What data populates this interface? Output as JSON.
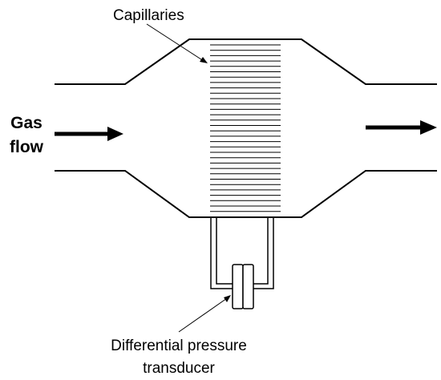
{
  "labels": {
    "capillaries": "Capillaries",
    "gas_flow_line1": "Gas",
    "gas_flow_line2": "flow",
    "transducer_line1": "Differential pressure",
    "transducer_line2": "transducer"
  },
  "colors": {
    "stroke": "#000000",
    "background": "#ffffff"
  }
}
